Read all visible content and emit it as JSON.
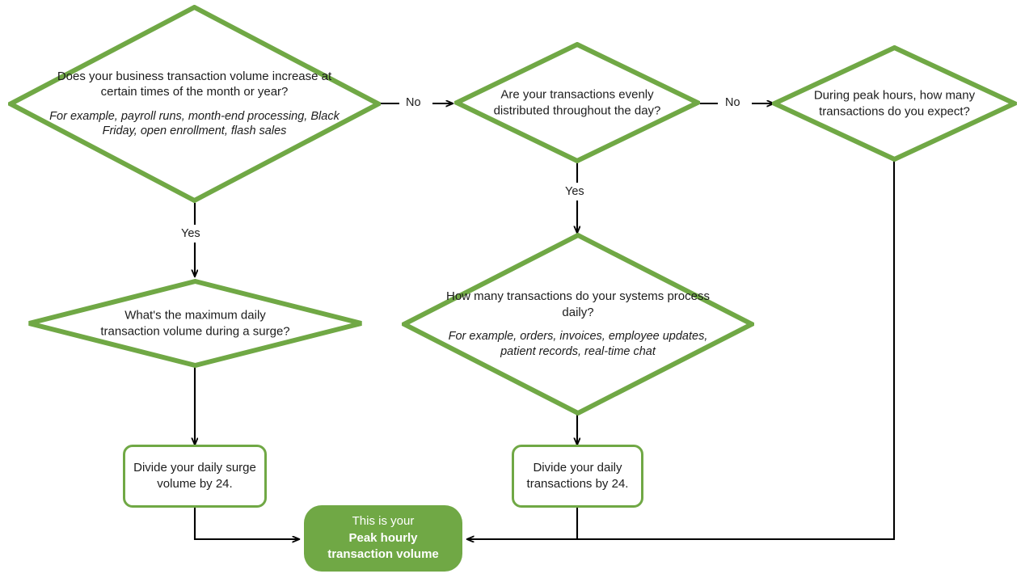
{
  "diagram": {
    "title": "Peak hourly transaction volume decision flowchart",
    "colors": {
      "accent_green": "#70A845",
      "node_fill": "#FFFFFF",
      "terminal_fill": "#70A845",
      "terminal_text": "#FFFFFF",
      "line": "#000000",
      "text": "#1C1C1C",
      "background": "#FFFFFF"
    }
  },
  "nodes": {
    "q_seasonality": {
      "type": "decision",
      "text": "Does your business transaction volume increase at certain times of the month or year?",
      "example": "For example, payroll runs, month-end processing, Black Friday, open enrollment, flash sales"
    },
    "q_even_distribution": {
      "type": "decision",
      "text": "Are your transactions evenly distributed throughout the day?"
    },
    "q_peak_hours": {
      "type": "decision",
      "text": "During peak hours, how many transactions do you expect?"
    },
    "q_max_surge": {
      "type": "decision",
      "text": "What's the maximum daily transaction volume during a surge?"
    },
    "q_daily_volume": {
      "type": "decision",
      "text": "How many transactions do your systems process daily?",
      "example": "For example, orders, invoices, employee updates, patient records, real-time chat"
    },
    "action_divide_surge": {
      "type": "process",
      "text": "Divide your daily surge volume by 24."
    },
    "action_divide_daily": {
      "type": "process",
      "text": "Divide your daily transactions by 24."
    },
    "result_peak_hourly": {
      "type": "terminal",
      "lead": "This is your",
      "emphasis_line1": "Peak hourly",
      "emphasis_line2": "transaction volume"
    }
  },
  "edge_labels": {
    "seasonality_no": "No",
    "seasonality_yes": "Yes",
    "even_distribution_no": "No",
    "even_distribution_yes": "Yes"
  }
}
